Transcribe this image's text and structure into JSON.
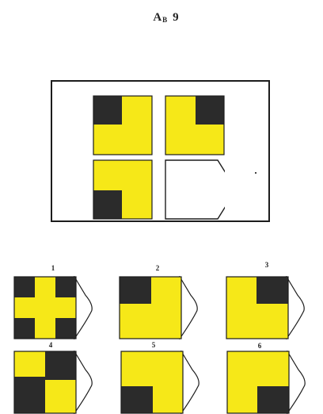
{
  "header": {
    "title_main": "A",
    "title_sub": "B",
    "title_num": "9"
  },
  "colors": {
    "yellow": "#f6e818",
    "dark": "#2b2b2b",
    "outline": "#1c1c1c",
    "blank": "#ffffff"
  },
  "matrix": {
    "cells": [
      {
        "pattern": "top-left-dark"
      },
      {
        "pattern": "top-right-dark"
      },
      {
        "pattern": "bottom-left-dark"
      },
      {
        "pattern": "missing"
      }
    ]
  },
  "options": [
    {
      "label": "1",
      "pattern": "four-corners-dark"
    },
    {
      "label": "2",
      "pattern": "top-left-dark"
    },
    {
      "label": "3",
      "pattern": "top-right-dark"
    },
    {
      "label": "4",
      "pattern": "checker-dark"
    },
    {
      "label": "5",
      "pattern": "bottom-left-dark"
    },
    {
      "label": "6",
      "pattern": "bottom-right-dark"
    }
  ]
}
